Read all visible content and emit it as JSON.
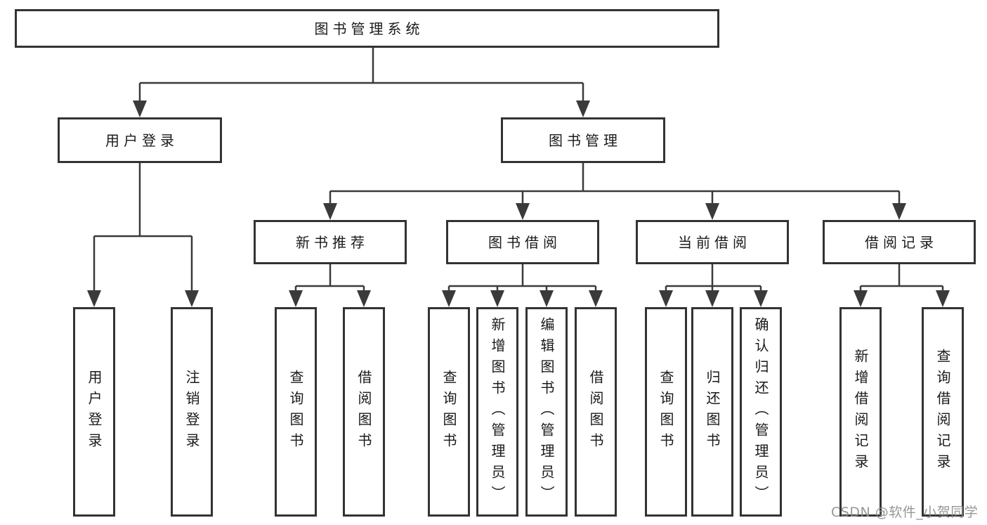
{
  "root": {
    "label": "图书管理系统"
  },
  "branches": {
    "user_login": {
      "label": "用户登录",
      "children": [
        {
          "label": "用户登录"
        },
        {
          "label": "注销登录"
        }
      ]
    },
    "book_mgmt": {
      "label": "图书管理",
      "children": [
        {
          "label": "新书推荐",
          "children": [
            {
              "label": "查询图书"
            },
            {
              "label": "借阅图书"
            }
          ]
        },
        {
          "label": "图书借阅",
          "children": [
            {
              "label": "查询图书"
            },
            {
              "label": "新增图书（管理员）"
            },
            {
              "label": "编辑图书（管理员）"
            },
            {
              "label": "借阅图书"
            }
          ]
        },
        {
          "label": "当前借阅",
          "children": [
            {
              "label": "查询图书"
            },
            {
              "label": "归还图书"
            },
            {
              "label": "确认归还（管理员）"
            }
          ]
        },
        {
          "label": "借阅记录",
          "children": [
            {
              "label": "新增借阅记录"
            },
            {
              "label": "查询借阅记录"
            }
          ]
        }
      ]
    }
  },
  "watermark": "CSDN @软件_小贺同学",
  "colors": {
    "line": "#3a3a3a",
    "box_border": "#333333",
    "box_background": "#ffffff",
    "text": "#1a1a1a",
    "watermark": "#8c8c8c"
  }
}
